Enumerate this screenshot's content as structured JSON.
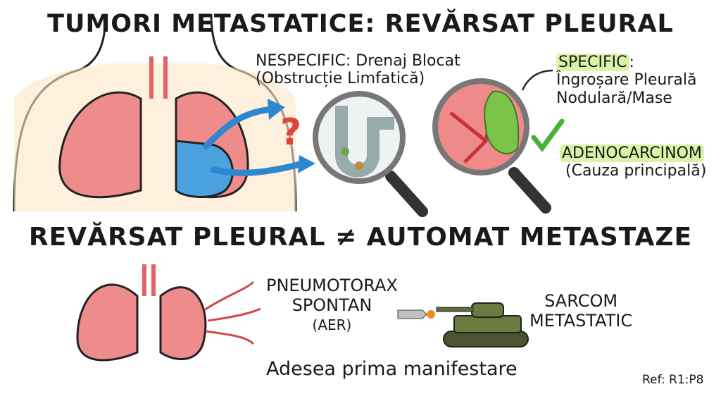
{
  "title": "TUMORI METASTATICE: REVĂRSAT PLEURAL",
  "nonspecific": {
    "label": "NESPECIFIC",
    "text": ": Drenaj Blocat",
    "sub": "(Obstrucție Limfatică)"
  },
  "specific": {
    "label": "SPECIFIC",
    "colon": ":",
    "line1": "Îngroșare Pleurală",
    "line2": "Nodulară/Mase"
  },
  "adenocarcinoma": {
    "label": "ADENOCARCINOM",
    "sub": "(Cauza principală)"
  },
  "middle_statement": "REVĂRSAT PLEURAL ≠ AUTOMAT METASTAZE",
  "pneumothorax": {
    "line1": "PNEUMOTORAX",
    "line2": "SPONTAN",
    "line3": "(AER)"
  },
  "sarcoma": {
    "line1": "SARCOM",
    "line2": "METASTATIC"
  },
  "bottom_note": "Adesea prima manifestare",
  "reference": "Ref: R1:P8",
  "colors": {
    "highlight": "#d9f3a8",
    "lung": "#ee8c8c",
    "fluid": "#4aa3df",
    "arrow": "#2e86d1",
    "check": "#4caf3a",
    "question": "#e0443a",
    "tank": "#5b6b3a"
  }
}
